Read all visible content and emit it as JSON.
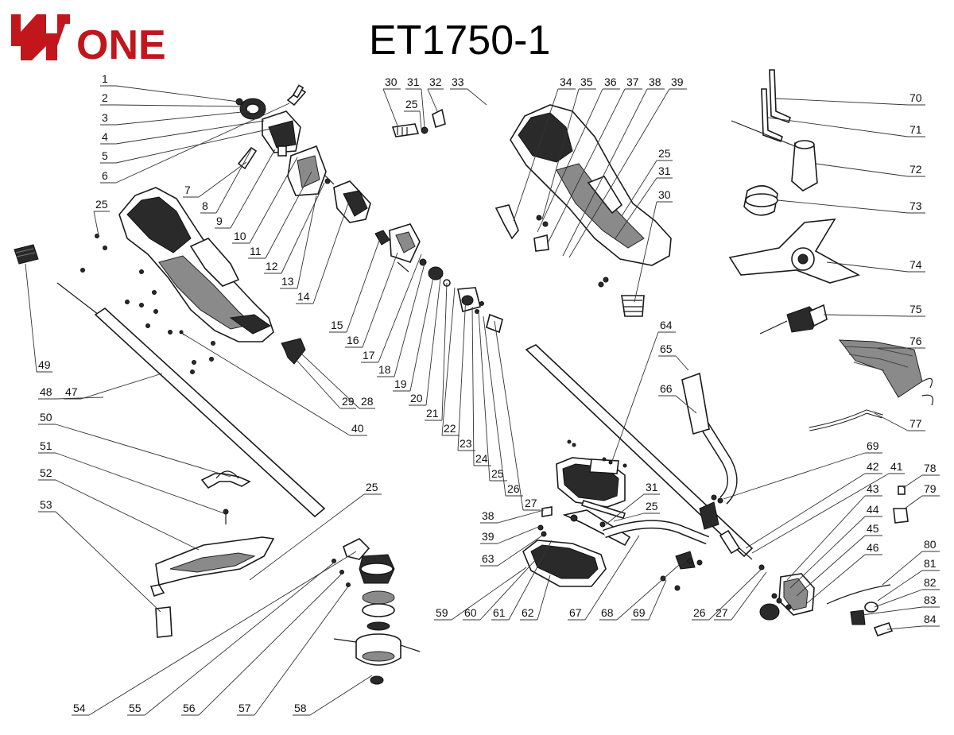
{
  "brand": {
    "text": "ONE",
    "color": "#c0161c"
  },
  "title": "ET1750-1",
  "callouts": [
    {
      "id": "c1",
      "label": "1"
    },
    {
      "id": "c2",
      "label": "2"
    },
    {
      "id": "c3",
      "label": "3"
    },
    {
      "id": "c4",
      "label": "4"
    },
    {
      "id": "c5",
      "label": "5"
    },
    {
      "id": "c6",
      "label": "6"
    },
    {
      "id": "c7",
      "label": "7"
    },
    {
      "id": "c8",
      "label": "8"
    },
    {
      "id": "c9",
      "label": "9"
    },
    {
      "id": "c10",
      "label": "10"
    },
    {
      "id": "c11",
      "label": "11"
    },
    {
      "id": "c12",
      "label": "12"
    },
    {
      "id": "c13",
      "label": "13"
    },
    {
      "id": "c14",
      "label": "14"
    },
    {
      "id": "c15",
      "label": "15"
    },
    {
      "id": "c16",
      "label": "16"
    },
    {
      "id": "c17",
      "label": "17"
    },
    {
      "id": "c18",
      "label": "18"
    },
    {
      "id": "c19",
      "label": "19"
    },
    {
      "id": "c20",
      "label": "20"
    },
    {
      "id": "c21",
      "label": "21"
    },
    {
      "id": "c22",
      "label": "22"
    },
    {
      "id": "c23",
      "label": "23"
    },
    {
      "id": "c24",
      "label": "24"
    },
    {
      "id": "c25a",
      "label": "25"
    },
    {
      "id": "c25b",
      "label": "25"
    },
    {
      "id": "c25c",
      "label": "25"
    },
    {
      "id": "c25d",
      "label": "25"
    },
    {
      "id": "c25e",
      "label": "25"
    },
    {
      "id": "c25f",
      "label": "25"
    },
    {
      "id": "c26a",
      "label": "26"
    },
    {
      "id": "c26b",
      "label": "26"
    },
    {
      "id": "c27a",
      "label": "27"
    },
    {
      "id": "c27b",
      "label": "27"
    },
    {
      "id": "c28",
      "label": "28"
    },
    {
      "id": "c29",
      "label": "29"
    },
    {
      "id": "c30a",
      "label": "30"
    },
    {
      "id": "c30b",
      "label": "30"
    },
    {
      "id": "c31a",
      "label": "31"
    },
    {
      "id": "c31b",
      "label": "31"
    },
    {
      "id": "c31c",
      "label": "31"
    },
    {
      "id": "c32",
      "label": "32"
    },
    {
      "id": "c33",
      "label": "33"
    },
    {
      "id": "c34",
      "label": "34"
    },
    {
      "id": "c35",
      "label": "35"
    },
    {
      "id": "c36",
      "label": "36"
    },
    {
      "id": "c37",
      "label": "37"
    },
    {
      "id": "c38a",
      "label": "38"
    },
    {
      "id": "c38b",
      "label": "38"
    },
    {
      "id": "c39a",
      "label": "39"
    },
    {
      "id": "c39b",
      "label": "39"
    },
    {
      "id": "c40",
      "label": "40"
    },
    {
      "id": "c41",
      "label": "41"
    },
    {
      "id": "c42",
      "label": "42"
    },
    {
      "id": "c43",
      "label": "43"
    },
    {
      "id": "c44",
      "label": "44"
    },
    {
      "id": "c45",
      "label": "45"
    },
    {
      "id": "c46",
      "label": "46"
    },
    {
      "id": "c47",
      "label": "47"
    },
    {
      "id": "c48",
      "label": "48"
    },
    {
      "id": "c49",
      "label": "49"
    },
    {
      "id": "c50",
      "label": "50"
    },
    {
      "id": "c51",
      "label": "51"
    },
    {
      "id": "c52",
      "label": "52"
    },
    {
      "id": "c53",
      "label": "53"
    },
    {
      "id": "c54",
      "label": "54"
    },
    {
      "id": "c55",
      "label": "55"
    },
    {
      "id": "c56",
      "label": "56"
    },
    {
      "id": "c57",
      "label": "57"
    },
    {
      "id": "c58",
      "label": "58"
    },
    {
      "id": "c59",
      "label": "59"
    },
    {
      "id": "c60",
      "label": "60"
    },
    {
      "id": "c61",
      "label": "61"
    },
    {
      "id": "c62",
      "label": "62"
    },
    {
      "id": "c63",
      "label": "63"
    },
    {
      "id": "c64",
      "label": "64"
    },
    {
      "id": "c65",
      "label": "65"
    },
    {
      "id": "c66",
      "label": "66"
    },
    {
      "id": "c67",
      "label": "67"
    },
    {
      "id": "c68",
      "label": "68"
    },
    {
      "id": "c69a",
      "label": "69"
    },
    {
      "id": "c69b",
      "label": "69"
    },
    {
      "id": "c70",
      "label": "70"
    },
    {
      "id": "c71",
      "label": "71"
    },
    {
      "id": "c72",
      "label": "72"
    },
    {
      "id": "c73",
      "label": "73"
    },
    {
      "id": "c74",
      "label": "74"
    },
    {
      "id": "c75",
      "label": "75"
    },
    {
      "id": "c76",
      "label": "76"
    },
    {
      "id": "c77",
      "label": "77"
    },
    {
      "id": "c78",
      "label": "78"
    },
    {
      "id": "c79",
      "label": "79"
    },
    {
      "id": "c80",
      "label": "80"
    },
    {
      "id": "c81",
      "label": "81"
    },
    {
      "id": "c82",
      "label": "82"
    },
    {
      "id": "c83",
      "label": "83"
    },
    {
      "id": "c84",
      "label": "84"
    }
  ]
}
